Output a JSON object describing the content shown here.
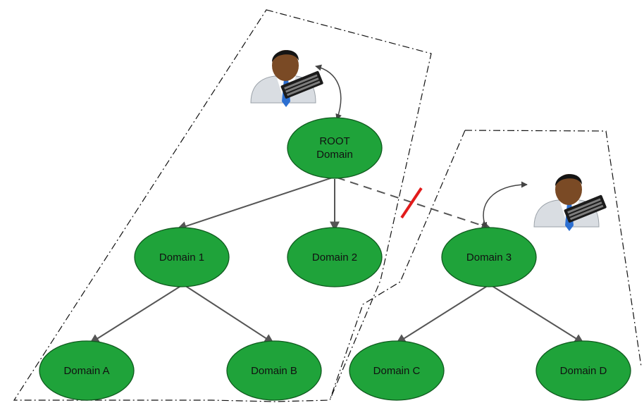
{
  "nodes": {
    "root": {
      "line1": "ROOT",
      "line2": "Domain"
    },
    "domain_1": "Domain 1",
    "domain_2": "Domain 2",
    "domain_3": "Domain 3",
    "domain_a": "Domain A",
    "domain_b": "Domain B",
    "domain_c": "Domain C",
    "domain_d": "Domain D"
  },
  "icons": [
    "admin-user-icon",
    "admin-user-icon"
  ],
  "colors": {
    "node_fill": "#1fa33a",
    "node_stroke": "#0f5a1e",
    "edge": "#555555",
    "cut_marker": "#e21b1b"
  }
}
